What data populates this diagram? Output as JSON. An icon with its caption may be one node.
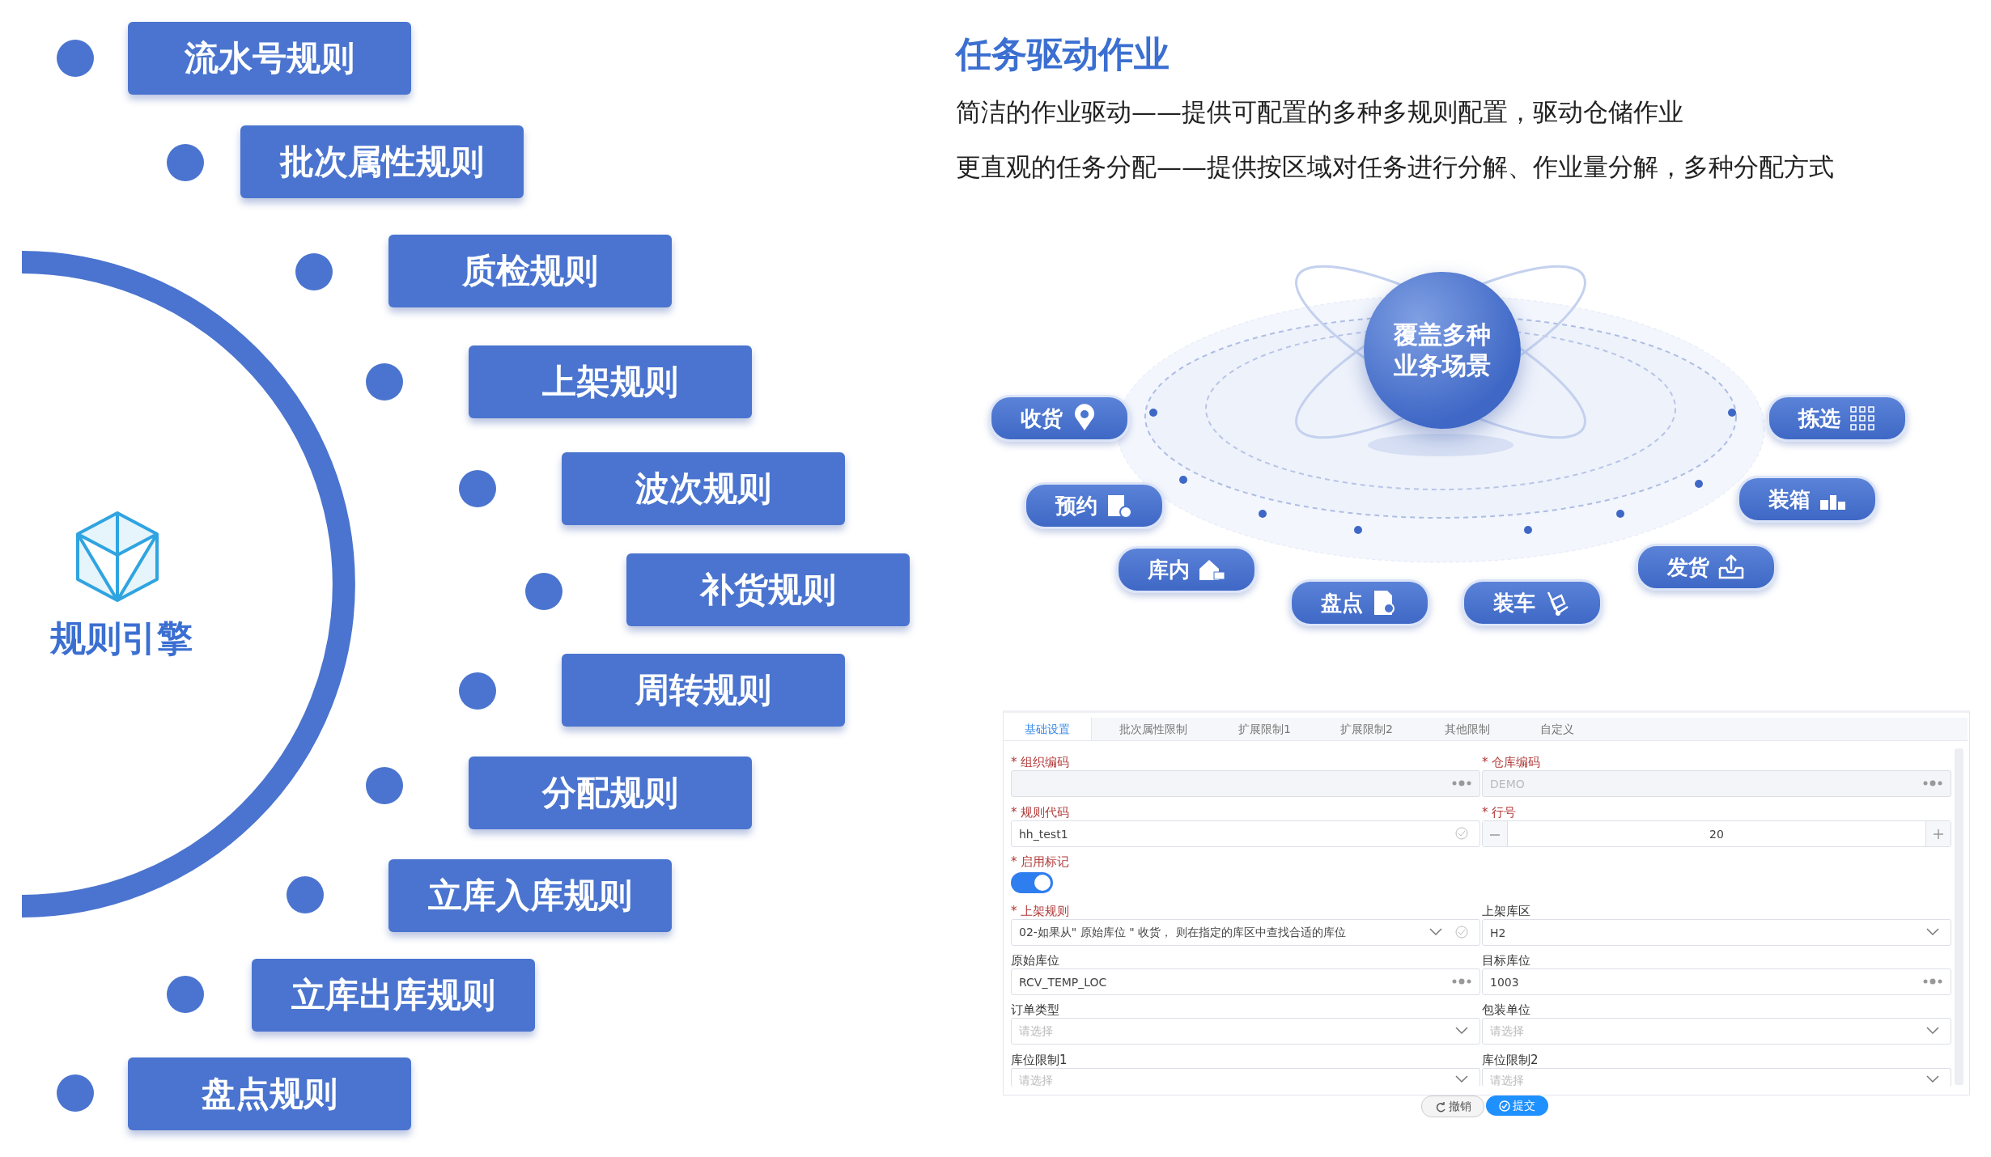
{
  "diagram": {
    "title": "任务驱动作业",
    "nodes": [
      {
        "text": [
          "规则引擎"
        ]
      },
      {
        "text": [
          "流水号规则"
        ]
      },
      {
        "text": [
          "批次属性规则"
        ]
      },
      {
        "text": [
          "质检规则"
        ]
      },
      {
        "text": [
          "上架规则"
        ]
      },
      {
        "text": [
          "波次规则"
        ]
      },
      {
        "text": [
          "补货规则"
        ]
      },
      {
        "text": [
          "周转规则"
        ]
      },
      {
        "text": [
          "分配规则"
        ]
      },
      {
        "text": [
          "立库入库规则"
        ]
      },
      {
        "text": [
          "立库出库规则"
        ]
      },
      {
        "text": [
          "盘点规则"
        ]
      },
      {
        "text": [
          "覆盖多种业务场景"
        ]
      },
      {
        "text": [
          "收货"
        ]
      },
      {
        "text": [
          "拣选"
        ]
      },
      {
        "text": [
          "预约"
        ]
      },
      {
        "text": [
          "装箱"
        ]
      },
      {
        "text": [
          "库内"
        ]
      },
      {
        "text": [
          "发货"
        ]
      },
      {
        "text": [
          "盘点"
        ]
      },
      {
        "text": [
          "装车"
        ]
      }
    ],
    "edges": [],
    "labels": [
      "简洁的作业驱动——提供可配置的多种多规则配置，驱动仓储作业",
      "更直观的任务分配——提供按区域对任务进行分解、作业量分解，多种分配方式",
      "基础设置",
      "批次属性限制",
      "扩展限制1",
      "扩展限制2",
      "其他限制",
      "自定义",
      "* 组织编码",
      "* 仓库编码",
      "DEMO",
      "* 规则代码",
      "* 行号",
      "hh_test1",
      "20",
      "* 启用标记",
      "* 上架规则",
      "上架库区",
      "02-如果从\" 原始库位 \" 收货， 则在指定的库区中查找合适的库位",
      "H2",
      "原始库位",
      "目标库位",
      "RCV_TEMP_LOC",
      "1003",
      "订单类型",
      "包装单位",
      "请选择",
      "请选择",
      "库位限制1",
      "库位限制2",
      "请选择",
      "请选择",
      "撤销",
      "提交"
    ]
  }
}
